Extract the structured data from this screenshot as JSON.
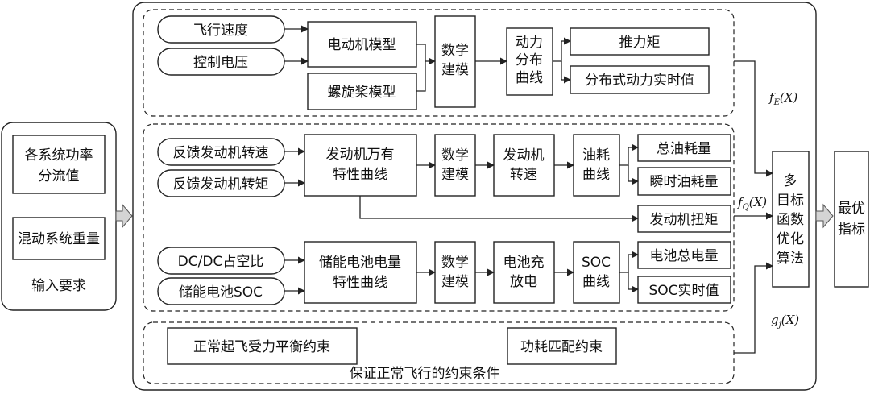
{
  "input_panel": {
    "box1": [
      "各系统功率",
      "分流值"
    ],
    "box2": "混动系统重量",
    "caption": "输入要求"
  },
  "motor_group": {
    "inputs": [
      "飞行速度",
      "控制电压"
    ],
    "motor_model": "电动机模型",
    "propeller_model": "螺旋桨模型",
    "modeling": [
      "数学",
      "建模"
    ],
    "curve": [
      "动力",
      "分布",
      "曲线"
    ],
    "outputs": [
      "推力矩",
      "分布式动力实时值"
    ]
  },
  "engine_group": {
    "inputs": [
      "反馈发动机转速",
      "反馈发动机转矩"
    ],
    "characteristic": [
      "发动机万有",
      "特性曲线"
    ],
    "modeling": [
      "数学",
      "建模"
    ],
    "speed": [
      "发动机",
      "转速"
    ],
    "curve": [
      "油耗",
      "曲线"
    ],
    "outputs": [
      "总油耗量",
      "瞬时油耗量"
    ],
    "torque": "发动机扭矩"
  },
  "battery_group": {
    "inputs": [
      "DC/DC占空比",
      "储能电池SOC"
    ],
    "characteristic": [
      "储能电池电量",
      "特性曲线"
    ],
    "modeling": [
      "数学",
      "建模"
    ],
    "charge": [
      "电池充",
      "放电"
    ],
    "curve": [
      "SOC",
      "曲线"
    ],
    "outputs": [
      "电池总电量",
      "SOC实时值"
    ]
  },
  "constraints": {
    "items": [
      "正常起飞受力平衡约束",
      "功耗匹配约束"
    ],
    "caption": "保证正常飞行的约束条件"
  },
  "functions": {
    "fe": "f",
    "fe_sub": "E",
    "fe_arg": "(X)",
    "fq": "f",
    "fq_sub": "Q",
    "fq_arg": "(X)",
    "gj": "g",
    "gj_sub": "j",
    "gj_arg": "(X)"
  },
  "optimizer": [
    "多",
    "目标",
    "函数",
    "优化",
    "算法"
  ],
  "result": [
    "最优",
    "指标"
  ]
}
